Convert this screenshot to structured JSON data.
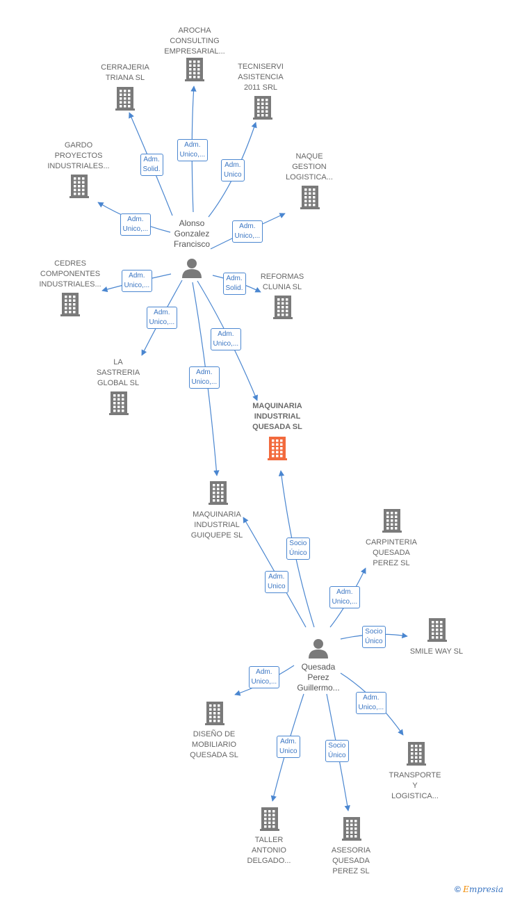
{
  "persons": [
    {
      "id": "alonso",
      "label": "Alonso\nGonzalez\nFrancisco"
    },
    {
      "id": "quesada",
      "label": "Quesada\nPerez\nGuillermo..."
    }
  ],
  "companies": [
    {
      "id": "arocha",
      "label": "AROCHA\nCONSULTING\nEMPRESARIAL..."
    },
    {
      "id": "cerrajeria",
      "label": "CERRAJERIA\nTRIANA SL"
    },
    {
      "id": "tecniservi",
      "label": "TECNISERVI\nASISTENCIA\n2011 SRL"
    },
    {
      "id": "gardo",
      "label": "GARDO\nPROYECTOS\nINDUSTRIALES..."
    },
    {
      "id": "naque",
      "label": "NAQUE\nGESTION\nLOGISTICA..."
    },
    {
      "id": "cedres",
      "label": "CEDRES\nCOMPONENTES\nINDUSTRIALES..."
    },
    {
      "id": "reformas",
      "label": "REFORMAS\nCLUNIA SL"
    },
    {
      "id": "sastreria",
      "label": "LA\nSASTRERIA\nGLOBAL SL"
    },
    {
      "id": "maq_quesada",
      "label": "MAQUINARIA\nINDUSTRIAL\nQUESADA SL",
      "highlight": true
    },
    {
      "id": "maq_guiquepe",
      "label": "MAQUINARIA\nINDUSTRIAL\nGUIQUEPE SL"
    },
    {
      "id": "carpinteria",
      "label": "CARPINTERIA\nQUESADA\nPEREZ SL"
    },
    {
      "id": "smile",
      "label": "SMILE WAY SL"
    },
    {
      "id": "diseno",
      "label": "DISEÑO DE\nMOBILIARIO\nQUESADA SL"
    },
    {
      "id": "transporte",
      "label": "TRANSPORTE\nY\nLOGISTICA..."
    },
    {
      "id": "taller",
      "label": "TALLER\nANTONIO\nDELGADO..."
    },
    {
      "id": "asesoria",
      "label": "ASESORIA\nQUESADA\nPEREZ SL"
    }
  ],
  "edges": [
    {
      "from": "alonso",
      "to": "arocha",
      "label": "Adm.\nUnico,..."
    },
    {
      "from": "alonso",
      "to": "cerrajeria",
      "label": "Adm.\nSolid."
    },
    {
      "from": "alonso",
      "to": "tecniservi",
      "label": "Adm.\nUnico"
    },
    {
      "from": "alonso",
      "to": "gardo",
      "label": "Adm.\nUnico,..."
    },
    {
      "from": "alonso",
      "to": "naque",
      "label": "Adm.\nUnico,..."
    },
    {
      "from": "alonso",
      "to": "cedres",
      "label": "Adm.\nUnico,..."
    },
    {
      "from": "alonso",
      "to": "reformas",
      "label": "Adm.\nSolid."
    },
    {
      "from": "alonso",
      "to": "sastreria",
      "label": "Adm.\nUnico,..."
    },
    {
      "from": "alonso",
      "to": "maq_quesada",
      "label": "Adm.\nUnico,..."
    },
    {
      "from": "alonso",
      "to": "maq_guiquepe",
      "label": "Adm.\nUnico,..."
    },
    {
      "from": "quesada",
      "to": "maq_quesada",
      "label": "Socio\nÚnico"
    },
    {
      "from": "quesada",
      "to": "maq_guiquepe",
      "label": "Adm.\nUnico"
    },
    {
      "from": "quesada",
      "to": "carpinteria",
      "label": "Adm.\nUnico,..."
    },
    {
      "from": "quesada",
      "to": "smile",
      "label": "Socio\nÚnico"
    },
    {
      "from": "quesada",
      "to": "diseno",
      "label": "Adm.\nUnico,..."
    },
    {
      "from": "quesada",
      "to": "transporte",
      "label": "Adm.\nUnico,..."
    },
    {
      "from": "quesada",
      "to": "taller",
      "label": "Adm.\nUnico"
    },
    {
      "from": "quesada",
      "to": "asesoria",
      "label": "Socio\nÚnico"
    }
  ],
  "colors": {
    "edge": "#4a86d0",
    "building": "#7a7a7a",
    "highlight": "#f26a3d",
    "person": "#7a7a7a"
  },
  "footer": {
    "copyright": "©",
    "brand_initial": "E",
    "brand_rest": "mpresia"
  }
}
